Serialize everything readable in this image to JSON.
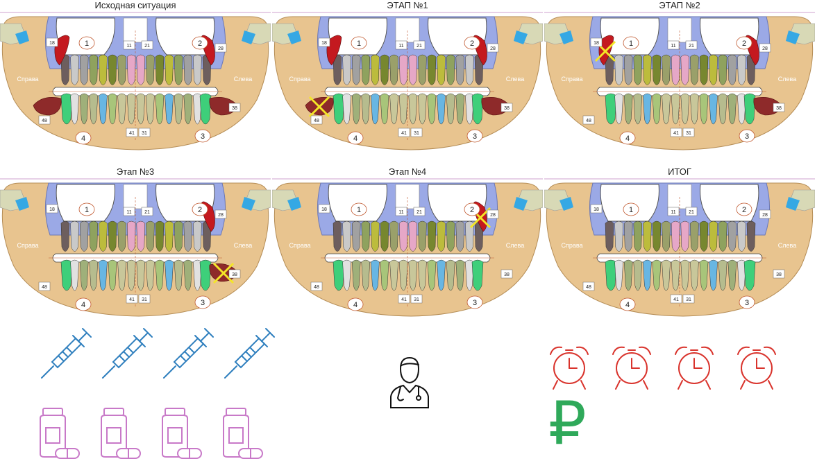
{
  "stages": [
    {
      "title": "Исходная ситуация",
      "strike": []
    },
    {
      "title": "ЭТАП №1",
      "strike": [
        "48"
      ]
    },
    {
      "title": "ЭТАП №2",
      "strike": [
        "18"
      ]
    },
    {
      "title": "Этап №3",
      "strike": [
        "38"
      ]
    },
    {
      "title": "Этап №4",
      "strike": [
        "28"
      ]
    },
    {
      "title": "ИТОГ",
      "strike": []
    }
  ],
  "labels": {
    "right": "Справа",
    "left": "Слева",
    "q1": "1",
    "q2": "2",
    "q3": "3",
    "q4": "4",
    "t11": "11",
    "t21": "21",
    "t41": "41",
    "t31": "31",
    "t18": "18",
    "t28": "28",
    "t38": "38",
    "t48": "48"
  },
  "legend": {
    "syringe_icon": "syringe-icon",
    "syringe_count": 4,
    "pill_icon": "pill-bottle-icon",
    "pill_count": 4,
    "doctor_icon": "doctor-icon",
    "clock_icon": "alarm-clock-icon",
    "clock_count": 4,
    "currency_icon": "ruble-icon",
    "currency": "₽"
  },
  "colors": {
    "bone": "#e8c48f",
    "maxilla": "#9ba9e6",
    "impacted": "#c4191f",
    "cross": "#f4e627",
    "syringe": "#2f7fbe",
    "pill": "#c879c8",
    "clock": "#d9332c",
    "ruble": "#2fa95a",
    "canine": "#3ecf7a"
  }
}
